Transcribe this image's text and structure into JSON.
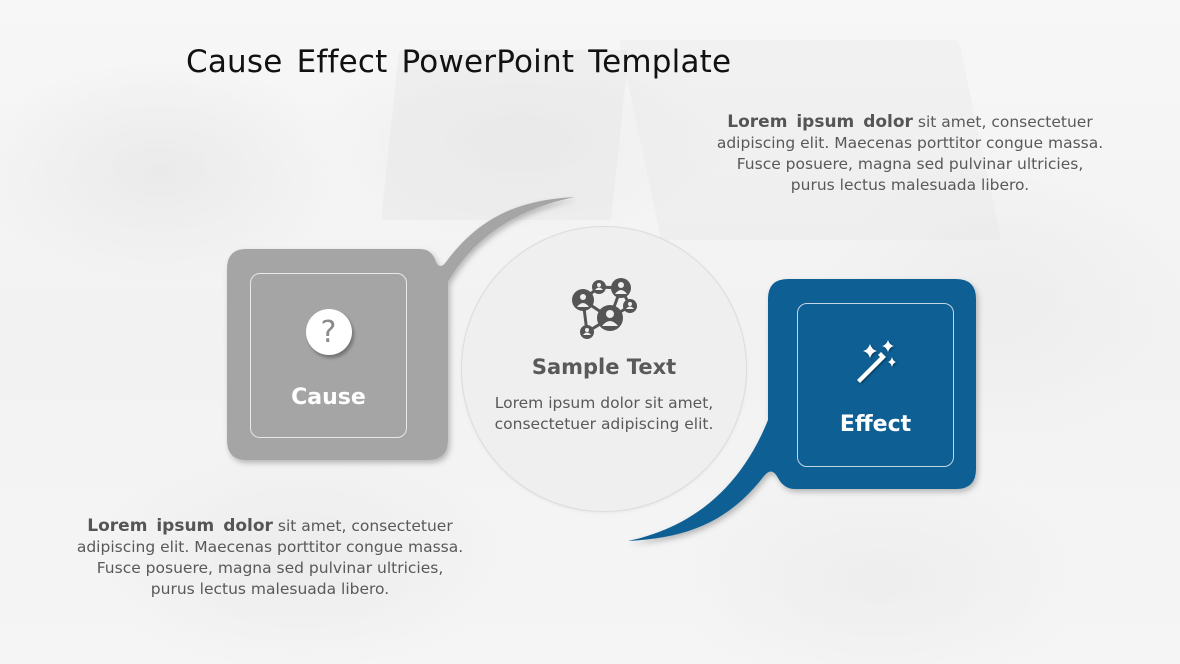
{
  "slide": {
    "title": "Cause Effect PowerPoint Template",
    "colors": {
      "cause_gray": "#a5a5a5",
      "effect_blue": "#0a5f94",
      "circle_fill": "#efefef",
      "text_gray": "#595959",
      "title_black": "#111111"
    }
  },
  "top_paragraph": {
    "bold": "Lorem ipsum dolor",
    "text": " sit amet, consectetuer adipiscing elit. Maecenas porttitor congue massa. Fusce posuere, magna sed pulvinar ultricies, purus lectus malesuada libero."
  },
  "bottom_paragraph": {
    "bold": "Lorem ipsum dolor",
    "text": " sit amet, consectetuer adipiscing elit. Maecenas porttitor congue massa. Fusce posuere, magna sed pulvinar ultricies, purus lectus malesuada libero."
  },
  "cause": {
    "label": "Cause",
    "icon": "question-mark-icon",
    "icon_glyph": "?"
  },
  "center": {
    "title": "Sample Text",
    "text": "Lorem ipsum dolor sit amet, consectetuer adipiscing elit.",
    "icon": "people-network-icon"
  },
  "effect": {
    "label": "Effect",
    "icon": "magic-wand-icon"
  }
}
